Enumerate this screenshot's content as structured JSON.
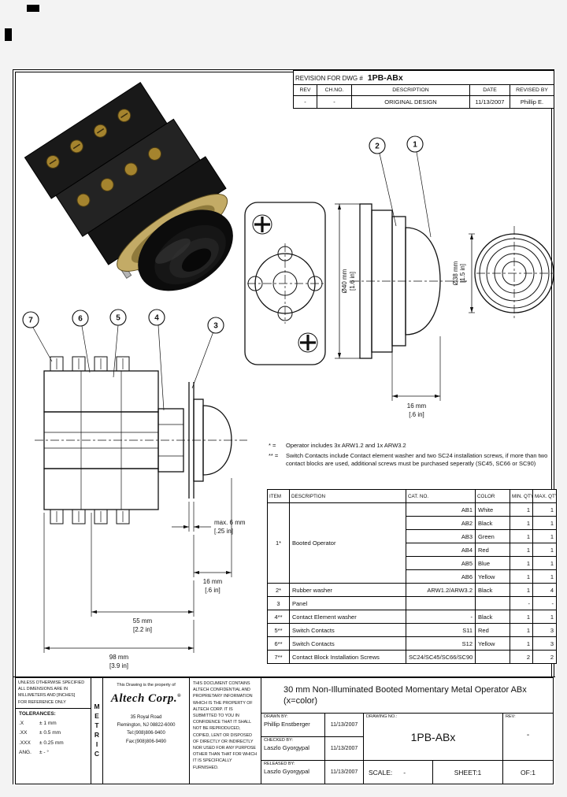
{
  "revision": {
    "title_prefix": "REVISION FOR DWG #",
    "dwg_no": "1PB-ABx",
    "h": [
      "REV",
      "CH.NO.",
      "DESCRIPTION",
      "DATE",
      "REVISED BY"
    ],
    "row": {
      "rev": "-",
      "ch": "-",
      "desc": "ORIGINAL DESIGN",
      "date": "11/13/2007",
      "by": "Phillip E."
    }
  },
  "balloons": {
    "b1": "1",
    "b2": "2",
    "b3": "3",
    "b4": "4",
    "b5": "5",
    "b6": "6",
    "b7": "7"
  },
  "dims": {
    "dia40": "Ø40 mm",
    "dia40_in": "[1.6 in]",
    "dia38": "Ø38 mm",
    "dia38_in": "[1.5 in]",
    "len16": "16 mm",
    "len16_in": "[.6 in]",
    "max6": "max. 6 mm",
    "max6_in": "[.25 in]",
    "boot16": "16 mm",
    "boot16_in": "[.6 in]",
    "len55": "55 mm",
    "len55_in": "[2.2 in]",
    "len98": "98 mm",
    "len98_in": "[3.9 in]"
  },
  "notes": {
    "n1_marker": "* =",
    "n1_text": "Operator includes 3x ARW1.2 and 1x ARW3.2",
    "n2_marker": "** =",
    "n2_text": "Switch Contacts include Contact element washer and two SC24 installation screws, if more than two contact blocks are used, additional screws must be purchased seperatly (SC45, SC66 or SC90)"
  },
  "parts": {
    "h": [
      "ITEM",
      "DESCRIPTION",
      "CAT. NO.",
      "COLOR",
      "MIN. QTY.",
      "MAX. QTY."
    ],
    "op_item": "1*",
    "op_desc": "Booted Operator",
    "op": [
      {
        "cat": "AB1",
        "color": "White",
        "min": "1",
        "max": "1"
      },
      {
        "cat": "AB2",
        "color": "Black",
        "min": "1",
        "max": "1"
      },
      {
        "cat": "AB3",
        "color": "Green",
        "min": "1",
        "max": "1"
      },
      {
        "cat": "AB4",
        "color": "Red",
        "min": "1",
        "max": "1"
      },
      {
        "cat": "AB5",
        "color": "Blue",
        "min": "1",
        "max": "1"
      },
      {
        "cat": "AB6",
        "color": "Yellow",
        "min": "1",
        "max": "1"
      }
    ],
    "rows": [
      {
        "item": "2*",
        "desc": "Rubber washer",
        "cat": "ARW1.2/ARW3.2",
        "color": "Black",
        "min": "1",
        "max": "4"
      },
      {
        "item": "3",
        "desc": "Panel",
        "cat": "",
        "color": "",
        "min": "-",
        "max": "-"
      },
      {
        "item": "4**",
        "desc": "Contact Element washer",
        "cat": "-",
        "color": "Black",
        "min": "1",
        "max": "1"
      },
      {
        "item": "5**",
        "desc": "Switch Contacts",
        "cat": "S11",
        "color": "Red",
        "min": "1",
        "max": "3"
      },
      {
        "item": "6**",
        "desc": "Switch Contacts",
        "cat": "S12",
        "color": "Yellow",
        "min": "1",
        "max": "3"
      },
      {
        "item": "7**",
        "desc": "Contact Block Installation Screws",
        "cat": "SC24/SC45/SC66/SC90",
        "color": "",
        "min": "2",
        "max": "2"
      }
    ]
  },
  "tb": {
    "units": [
      "UNLESS OTHERWISE SPECIFIED",
      "ALL DIMENSIONS ARE IN",
      "MILLIMETERS AND [INCHES]",
      "FOR REFERENCE ONLY"
    ],
    "tol_title": "TOLERANCES:",
    "tol": [
      [
        ".X",
        "± 1 mm"
      ],
      [
        ".XX",
        "± 0.5 mm"
      ],
      [
        ".XXX",
        "± 0.25 mm"
      ],
      [
        "ANG.",
        "± - °"
      ]
    ],
    "metric": "METRIC",
    "property": "This Drawing is the property of",
    "logo": "Altech Corp.",
    "reg": "®",
    "addr": [
      "35 Royal Road",
      "Flemington, NJ 08822-6000",
      "Tel:(908)806-9400",
      "Fax:(908)806-9490"
    ],
    "confidential": "THIS DOCUMENT CONTAINS ALTECH CONFIDENTIAL AND PROPRIETARY INFORMATION WHICH IS THE PROPERTY OF ALTECH CORP. IT IS SUBMITTED TO YOU IN CONFIDENCE THAT IT SHALL NOT BE REPRODUCED, COPIED, LENT OR DISPOSED OF DIRECTLY OR INDIRECTLY NOR USED FOR ANY PURPOSE OTHER THAN THAT FOR WHICH IT IS SPECIFICALLY FURNISHED.",
    "title1": "30 mm Non-Illuminated Booted Momentary Metal Operator ABx",
    "title2": "(x=color)",
    "drawn_label": "DRAWN BY:",
    "drawn_name": "Phillip Enstberger",
    "drawn_date": "11/13/2007",
    "checked_label": "CHECKED BY:",
    "checked_name": "Laszlo Gyorgypal",
    "checked_date": "11/13/2007",
    "released_label": "RELEASED BY:",
    "released_name": "Laszlo Gyorgypal",
    "released_date": "11/13/2007",
    "dwgno_label": "DRAWING NO.:",
    "dwgno": "1PB-ABx",
    "rev_label": "REV:",
    "rev": "-",
    "scale_label": "SCALE:",
    "scale": "-",
    "sheet": "SHEET:1",
    "of": "OF:1"
  }
}
